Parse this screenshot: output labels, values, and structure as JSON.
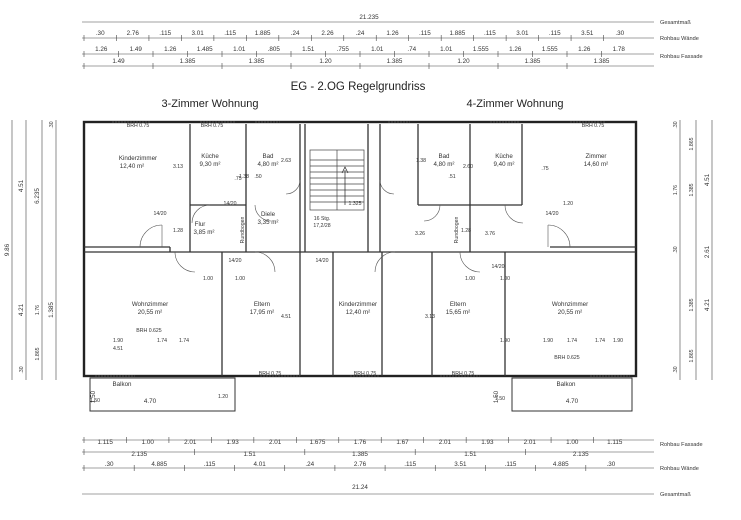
{
  "title": "EG - 2.OG Regelgrundriss",
  "units": {
    "left": "3-Zimmer Wohnung",
    "right": "4-Zimmer Wohnung"
  },
  "top_dimension_rows": [
    {
      "label": "Gesamtmaß",
      "values": [
        "21.235"
      ]
    },
    {
      "label": "Rohbau Wände",
      "values": [
        ".30",
        "2.76",
        ".115",
        "3.01",
        ".115",
        "1.885",
        ".24",
        "2.26",
        ".24",
        "1.26",
        ".115",
        "1.885",
        ".115",
        "3.01",
        ".115",
        "3.51",
        ".30"
      ]
    },
    {
      "label": "Rohbau Fassade",
      "upper": [
        "1.26",
        "1.49",
        "1.26",
        "1.485",
        "1.01",
        ".805",
        "1.51",
        ".755",
        "1.01",
        ".74",
        "1.01",
        "1.555",
        "1.26",
        "1.555",
        "1.26",
        "1.78"
      ],
      "lower": [
        "1.49",
        "1.385",
        "1.385",
        "1.20",
        "1.385",
        "1.20",
        "1.385",
        "1.385"
      ]
    }
  ],
  "bottom_dimension_rows": [
    {
      "label": "Rohbau Fassade",
      "upper": [
        "1.115",
        "1.00",
        "2.01",
        "1.93",
        "2.01",
        "1.675",
        "1.76",
        "1.67",
        "2.01",
        "1.93",
        "2.01",
        "1.00",
        "1.115"
      ],
      "lower": [
        "2.135",
        "1.51",
        "1.385",
        "1.51",
        "2.135"
      ]
    },
    {
      "label": "Rohbau Wände",
      "values": [
        ".30",
        "4.885",
        ".115",
        "4.01",
        ".24",
        "2.76",
        ".115",
        "3.51",
        ".115",
        "4.885",
        ".30"
      ]
    },
    {
      "label": "Gesamtmaß",
      "values": [
        "21.24"
      ]
    }
  ],
  "left_dimensions": {
    "outer": "9.86",
    "mid": [
      "4.51",
      "4.21"
    ],
    "inner": [
      "6.235",
      "1.385"
    ],
    "fine": [
      ".30",
      "1.76",
      ".30",
      "1.865"
    ]
  },
  "right_dimensions": {
    "outer": [
      "4.51",
      "2.61",
      "4.21"
    ],
    "inner": [
      "1.865",
      "1.385",
      "1.76",
      "1.385",
      "1.865"
    ],
    "fine": [
      ".30",
      ".30",
      ".30"
    ]
  },
  "rooms": [
    {
      "name": "Kinderzimmer",
      "area": "12,40 m²"
    },
    {
      "name": "Küche",
      "area": "9,30 m²"
    },
    {
      "name": "Bad",
      "area": "4,80 m²"
    },
    {
      "name": "Flur",
      "area": "3,85 m²"
    },
    {
      "name": "Diele",
      "area": "3,35 m²"
    },
    {
      "name": "Wohnzimmer",
      "area": "20,55 m²"
    },
    {
      "name": "Eltern",
      "area": "17,95 m²"
    },
    {
      "name": "Kinderzimmer",
      "area": "12,40 m²"
    },
    {
      "name": "Eltern",
      "area": "15,65 m²"
    },
    {
      "name": "Wohnzimmer",
      "area": "20,55 m²"
    },
    {
      "name": "Bad",
      "area": "4,80 m²"
    },
    {
      "name": "Küche",
      "area": "9,40 m²"
    },
    {
      "name": "Zimmer",
      "area": "14,60 m²"
    }
  ],
  "balconies": [
    {
      "name": "Balkon",
      "width": "4.70",
      "depth": "1.50"
    },
    {
      "name": "Balkon",
      "width": "4.70",
      "depth": "1.50"
    }
  ],
  "stair": {
    "text": "16 Stg.",
    "ratio": "17,2/28"
  },
  "door_marks": [
    "14/20",
    "14/20",
    "14/20",
    "14/20",
    "14/20",
    "14/20"
  ],
  "brh_labels": [
    "BRH 0.75",
    "BRH 0.75",
    "BRH 0.625",
    "BRH 0.625",
    "BRH 0.75",
    "BRH 0.75",
    "BRH 0.75",
    "BRH 0.75"
  ],
  "interior_labels": [
    "1.00",
    "1.00",
    "1.00",
    "1.00",
    ".75",
    ".75",
    ".50",
    ".51",
    "1.28",
    "1.28",
    "3.26",
    "3.76",
    "1.325",
    "1.90",
    "1.74",
    "1.74",
    "1.90",
    "1.90",
    "1.74",
    "1.74",
    "1.90",
    "4.51",
    "4.51",
    "3.13",
    "3.13",
    "2.60",
    "2.63",
    "1.38",
    "1.38",
    "1.20",
    "1.20",
    "1.50",
    "1.50"
  ],
  "window_labels": [
    "Rundbogen",
    "Rundbogen"
  ]
}
